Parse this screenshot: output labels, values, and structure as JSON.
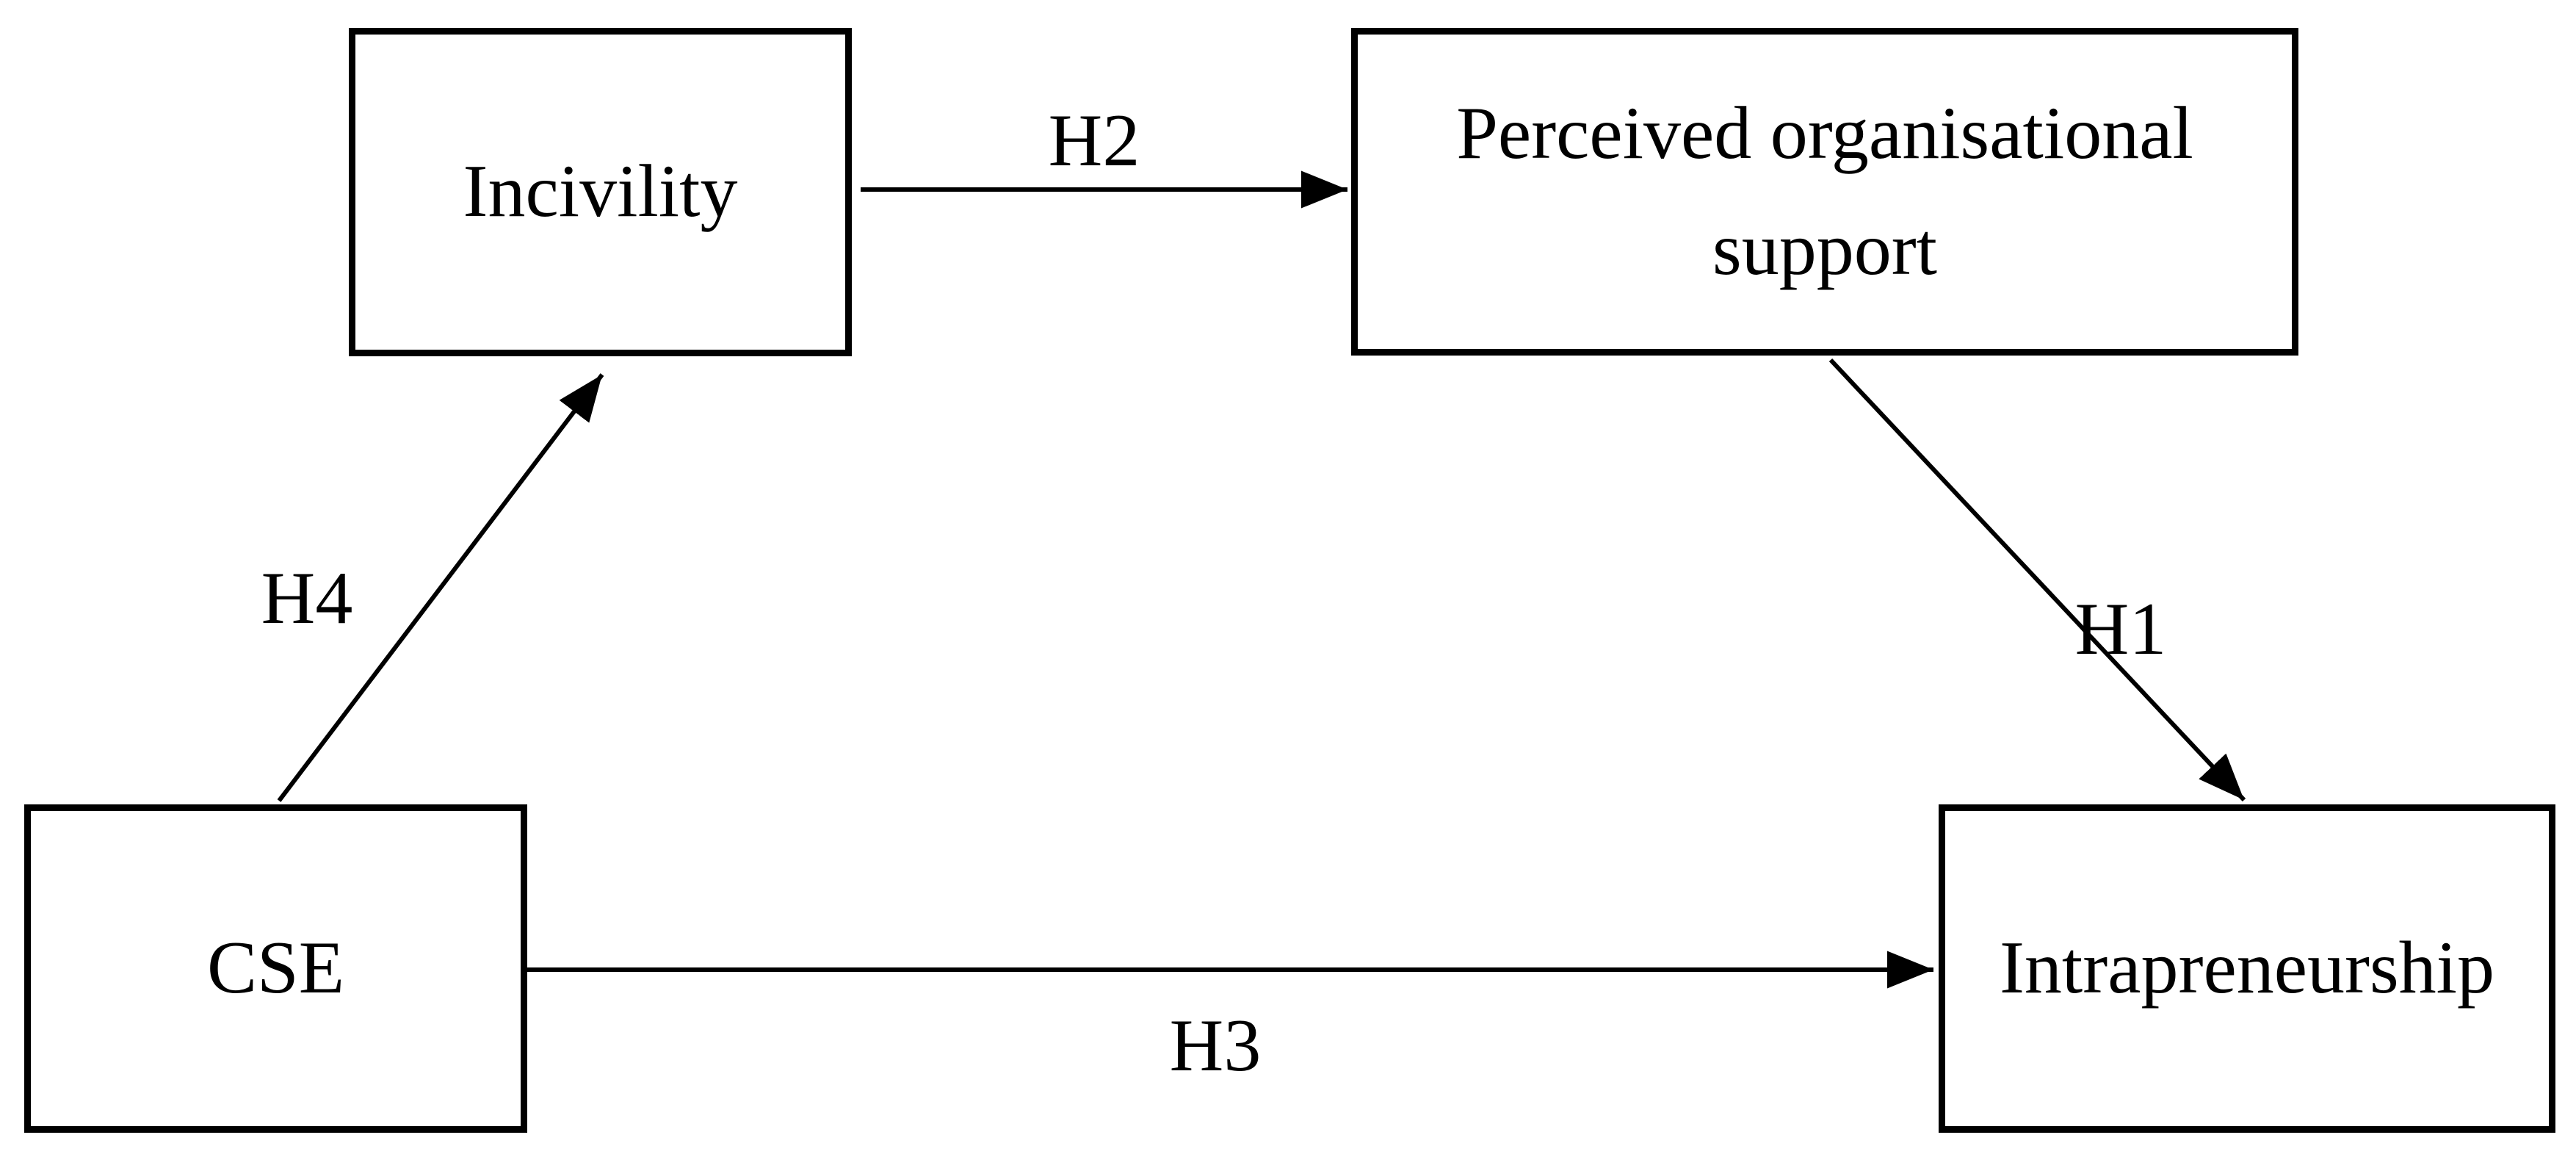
{
  "colors": {
    "background": "#ffffff",
    "line": "#000000",
    "text": "#000000"
  },
  "diagram": {
    "type": "hypothesis-path-model",
    "nodes": [
      {
        "id": "incivility",
        "label": "Incivility"
      },
      {
        "id": "perceived-organisational-support",
        "label": "Perceived organisational support"
      },
      {
        "id": "cse",
        "label": "CSE"
      },
      {
        "id": "intrapreneurship",
        "label": "Intrapreneurship"
      }
    ],
    "edges": [
      {
        "id": "h1",
        "label": "H1",
        "from": "perceived-organisational-support",
        "to": "intrapreneurship",
        "direction": "diagonal-down-right"
      },
      {
        "id": "h2",
        "label": "H2",
        "from": "incivility",
        "to": "perceived-organisational-support",
        "direction": "horizontal-right"
      },
      {
        "id": "h3",
        "label": "H3",
        "from": "cse",
        "to": "intrapreneurship",
        "direction": "horizontal-right"
      },
      {
        "id": "h4",
        "label": "H4",
        "from": "cse",
        "to": "incivility",
        "direction": "diagonal-up-right"
      }
    ]
  }
}
